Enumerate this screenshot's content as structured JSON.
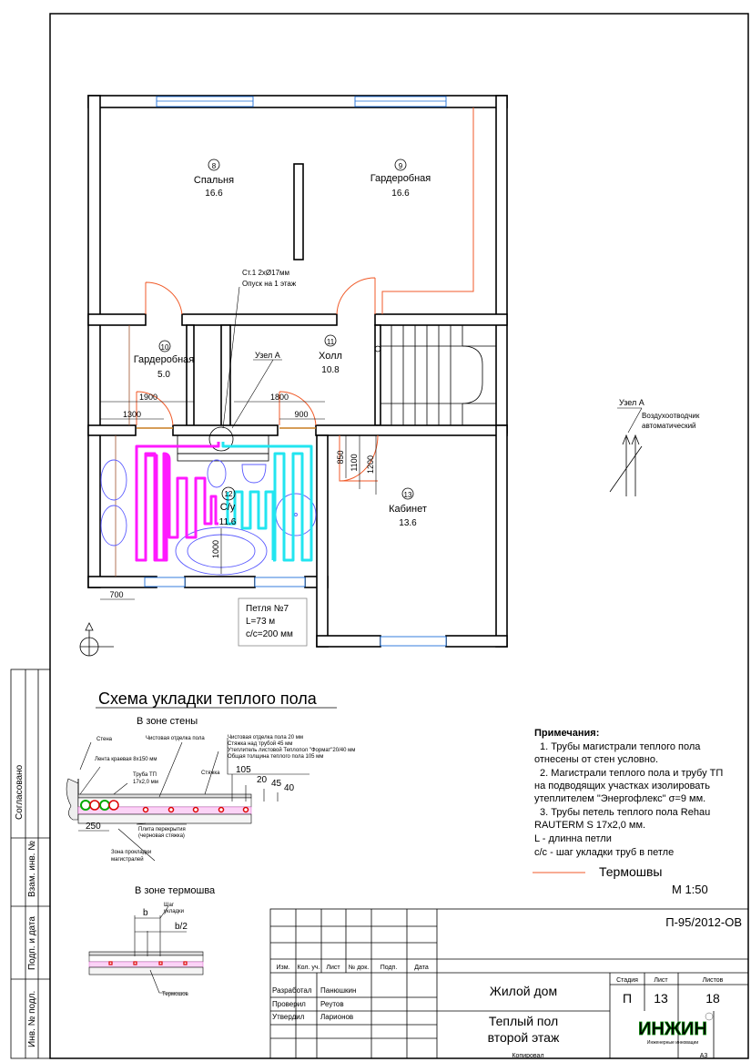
{
  "plan": {
    "rooms": [
      {
        "num": "8",
        "name": "Спальня",
        "area": "16.6"
      },
      {
        "num": "9",
        "name": "Гардеробная",
        "area": "16.6"
      },
      {
        "num": "10",
        "name": "Гардеробная",
        "area": "5.0"
      },
      {
        "num": "11",
        "name": "Холл",
        "area": "10.8"
      },
      {
        "num": "12",
        "name": "С/у",
        "area": "11.6"
      },
      {
        "num": "13",
        "name": "Кабинет",
        "area": "13.6"
      }
    ],
    "riser_note_1": "Ст.1  2хØ17мм",
    "riser_note_2": "Опуск на 1 этаж",
    "node_label": "Узел А",
    "dims": {
      "d1900": "1900",
      "d1300": "1300",
      "d1800": "1800",
      "d900": "900",
      "d850": "850",
      "d1100": "1100",
      "d1200": "1200",
      "d1000": "1000",
      "d700": "700"
    },
    "loop": {
      "title": "Петля №7",
      "length": "L=73 м",
      "step": "с/с=200 мм"
    }
  },
  "node_detail": {
    "label": "Узел А",
    "valve_1": "Воздухоотводчик",
    "valve_2": "автоматический"
  },
  "scheme": {
    "title": "Схема укладки теплого пола",
    "wall_zone": {
      "title": "В зоне стены",
      "wall": "Стена",
      "finish": "Чистовая отделка пола",
      "tape": "Лента краевая 8х150 мм",
      "pipe_1": "Труба ТП",
      "pipe_2": "17х2,0 мм",
      "screed": "Стяжка",
      "layers": [
        "Чистовая отделка пола  20 мм",
        "Стяжка над трубой  45 мм",
        "Утеплитель листовой Теплопол \"Формат\"20/40 мм",
        "Общая толщина теплого пола  105 мм"
      ],
      "slab_1": "Плита перекрытия",
      "slab_2": "(черновая стяжка)",
      "zone_1": "Зона прокладки",
      "zone_2": "магистралей",
      "d250": "250",
      "d105": "105",
      "d20": "20",
      "d45": "45",
      "d40": "40"
    },
    "joint_zone": {
      "title": "В зоне термошва",
      "step_1": "Шаг",
      "step_2": "укладки",
      "b": "b",
      "b2": "b/2",
      "joint": "Термошов"
    }
  },
  "notes": {
    "title": "Примечания:",
    "lines": [
      "1. Трубы магистрали теплого пола",
      "отнесены от стен условно.",
      "2. Магистрали теплого пола и трубу ТП",
      "на подводящих участках изолировать",
      "утеплителем \"Энергофлекс\" σ=9 мм.",
      "3. Трубы петель теплого пола Rehau",
      "RAUTERM S 17х2,0 мм.",
      "L - длинна петли",
      "с/с - шаг укладки труб в петле"
    ],
    "legend": "Термошвы",
    "scale": "М 1:50"
  },
  "stamp": {
    "side": [
      "Согласовано",
      "Взам. инв. №",
      "Подп. и дата",
      "Инв. № подл."
    ],
    "code": "П-95/2012-ОВ",
    "headers": [
      "Изм.",
      "Кол. уч.",
      "Лист",
      "№ док.",
      "Подп.",
      "Дата"
    ],
    "people": [
      [
        "Разработал",
        "Панюшкин"
      ],
      [
        "Проверил",
        "Реутов"
      ],
      [
        "Утвердил",
        "Ларионов"
      ]
    ],
    "object": "Жилой дом",
    "sheet_title_1": "Теплый пол",
    "sheet_title_2": "второй этаж",
    "stage_h": "Стадия",
    "sheet_h": "Лист",
    "sheets_h": "Листов",
    "stage": "П",
    "sheet": "13",
    "sheets": "18",
    "logo": "ИНЖИН",
    "logo_sub": "Инженерные инновации",
    "copied": "Копировал",
    "format": "А3"
  },
  "colors": {
    "door": "#f05a28",
    "window": "#1e6fd9",
    "loop_a": "#ff19ff",
    "loop_b": "#22e5f0",
    "fixtures": "#5b5bff"
  }
}
